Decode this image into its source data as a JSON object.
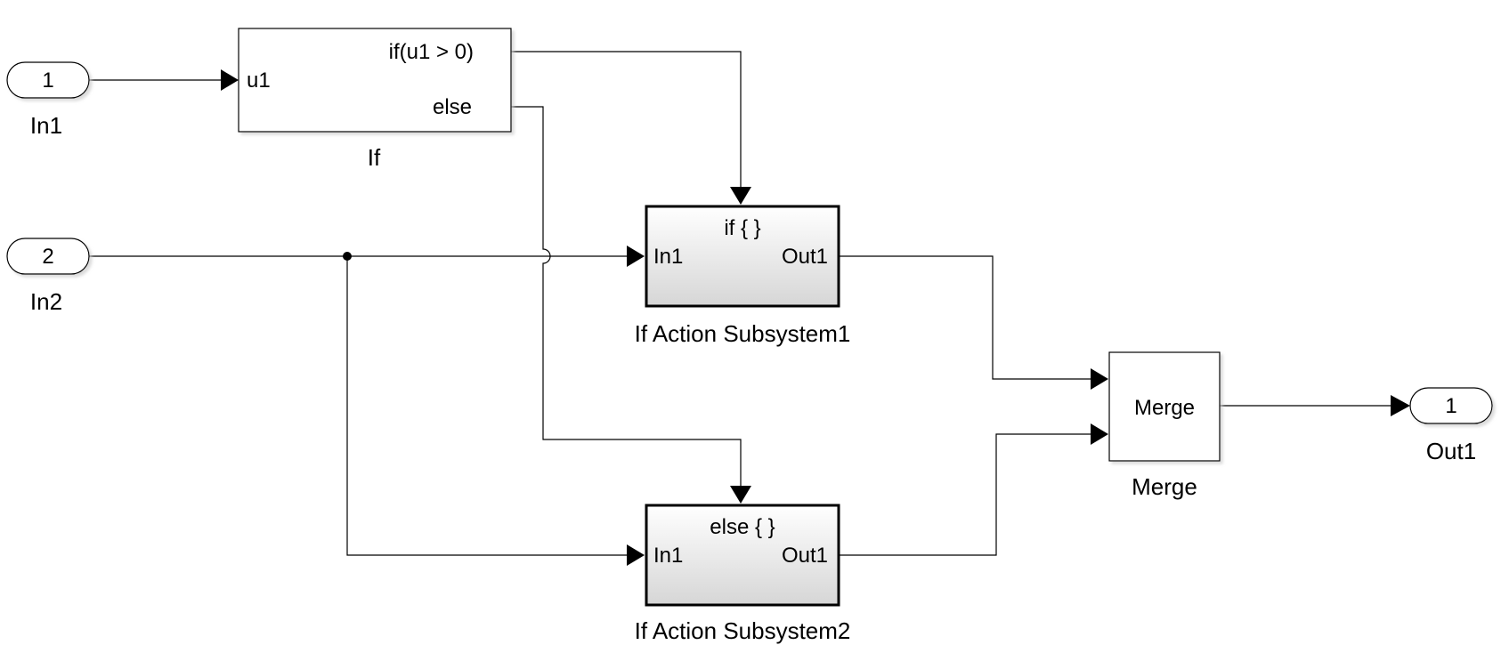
{
  "inports": [
    {
      "number": "1",
      "name": "In1"
    },
    {
      "number": "2",
      "name": "In2"
    }
  ],
  "outports": [
    {
      "number": "1",
      "name": "Out1"
    }
  ],
  "if_block": {
    "name": "If",
    "input_port": "u1",
    "condition_port": "if(u1 > 0)",
    "else_port": "else"
  },
  "subsystems": [
    {
      "name": "If Action Subsystem1",
      "action": "if { }",
      "in_port": "In1",
      "out_port": "Out1"
    },
    {
      "name": "If Action Subsystem2",
      "action": "else { }",
      "in_port": "In1",
      "out_port": "Out1"
    }
  ],
  "merge_block": {
    "name": "Merge",
    "text": "Merge"
  },
  "colors": {
    "subsystem_gradient_top": "#ffffff",
    "subsystem_gradient_bottom": "#d9d9d9",
    "line": "#000000"
  }
}
